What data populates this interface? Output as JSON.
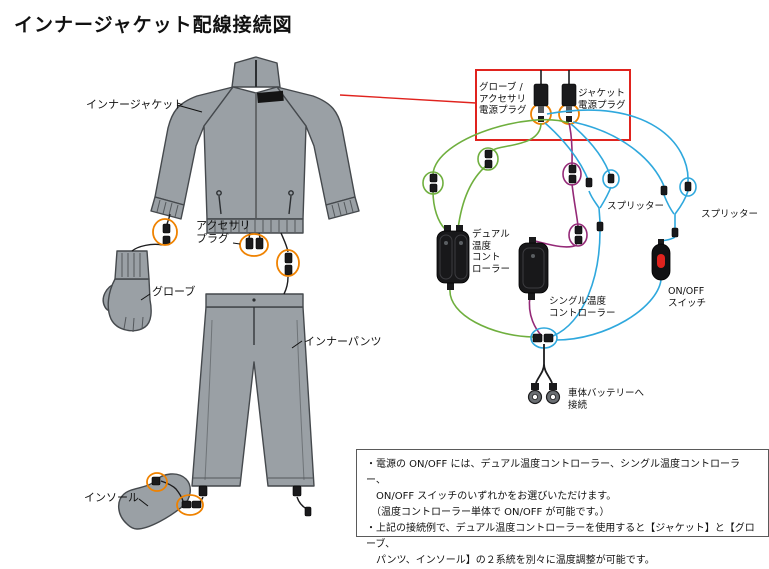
{
  "title": "インナージャケット配線接続図",
  "colors": {
    "red": "#e0231e",
    "orange": "#ef8200",
    "green": "#6faf3e",
    "purple": "#942977",
    "blue": "#2fa8dd",
    "garment": "#9aa0a5",
    "outline": "#45494d",
    "wire": "#1c1c1e"
  },
  "labels": {
    "jacket": "インナージャケット",
    "accessory_plug": "アクセサリ\nプラグ",
    "glove": "グローブ",
    "pants": "インナーパンツ",
    "insole": "インソール",
    "glove_accessory_power_plug": "グローブ /\nアクセサリ\n電源プラグ",
    "jacket_power_plug": "ジャケット\n電源プラグ",
    "dual_controller": "デュアル\n温度\nコント\nローラー",
    "single_controller": "シングル温度\nコントローラー",
    "splitter1": "スプリッター",
    "splitter2": "スプリッター",
    "onoff_switch": "ON/OFF\nスイッチ",
    "battery": "車体バッテリーへ\n接続"
  },
  "notes": "・電源の ON/OFF には、デュアル温度コントローラー、シングル温度コントローラー、\n　ON/OFF スイッチのいずれかをお選びいただけます。\n　（温度コントローラー単体で ON/OFF が可能です。）\n・上記の接続例で、デュアル温度コントローラーを使用すると【ジャケット】と【グローブ、\n　パンツ、インソール】の２系統を別々に温度調整が可能です。"
}
